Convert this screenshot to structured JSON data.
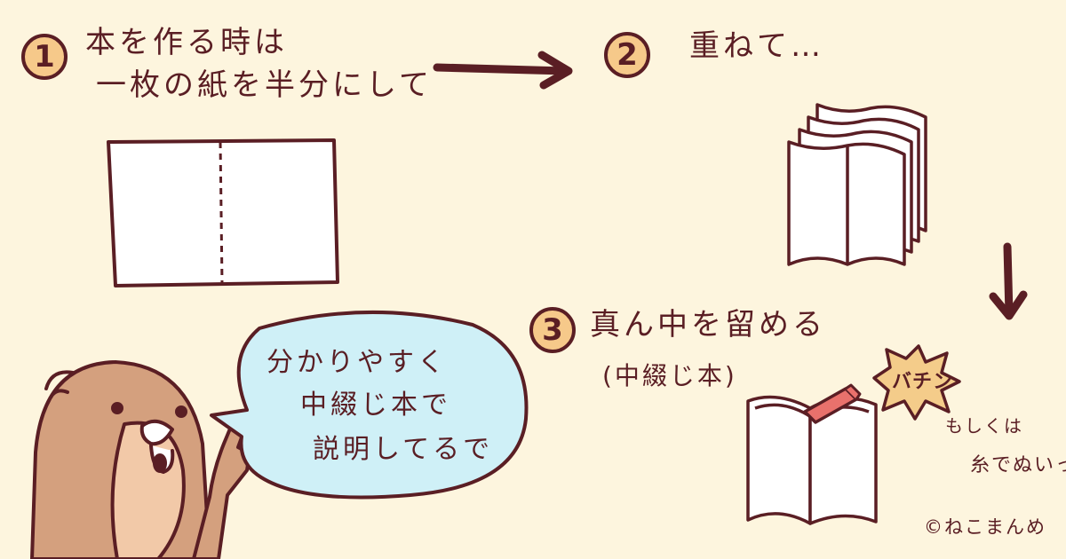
{
  "steps": [
    {
      "number": "1",
      "lines": [
        "本を作る時は",
        "一枚の紙を半分にして"
      ]
    },
    {
      "number": "2",
      "lines": [
        "重ねて…"
      ]
    },
    {
      "number": "3",
      "lines": [
        "真ん中を留める",
        "(中綴じ本)"
      ]
    }
  ],
  "speech_bubble": {
    "lines": [
      "分かりやすく",
      "中綴じ本で",
      "説明してるで"
    ]
  },
  "sound_effect": "バチン",
  "alt_note": {
    "lines": [
      "もしくは",
      "糸でぬいっ"
    ]
  },
  "credit": "©ねこまんめ",
  "colors": {
    "background": "#fdf5de",
    "ink": "#5a1e24",
    "step_circle": "#f6c98a",
    "bubble": "#cff0f7",
    "bear": "#d4a07e",
    "stapler": "#e9716c",
    "burst": "#f4cc8a"
  }
}
